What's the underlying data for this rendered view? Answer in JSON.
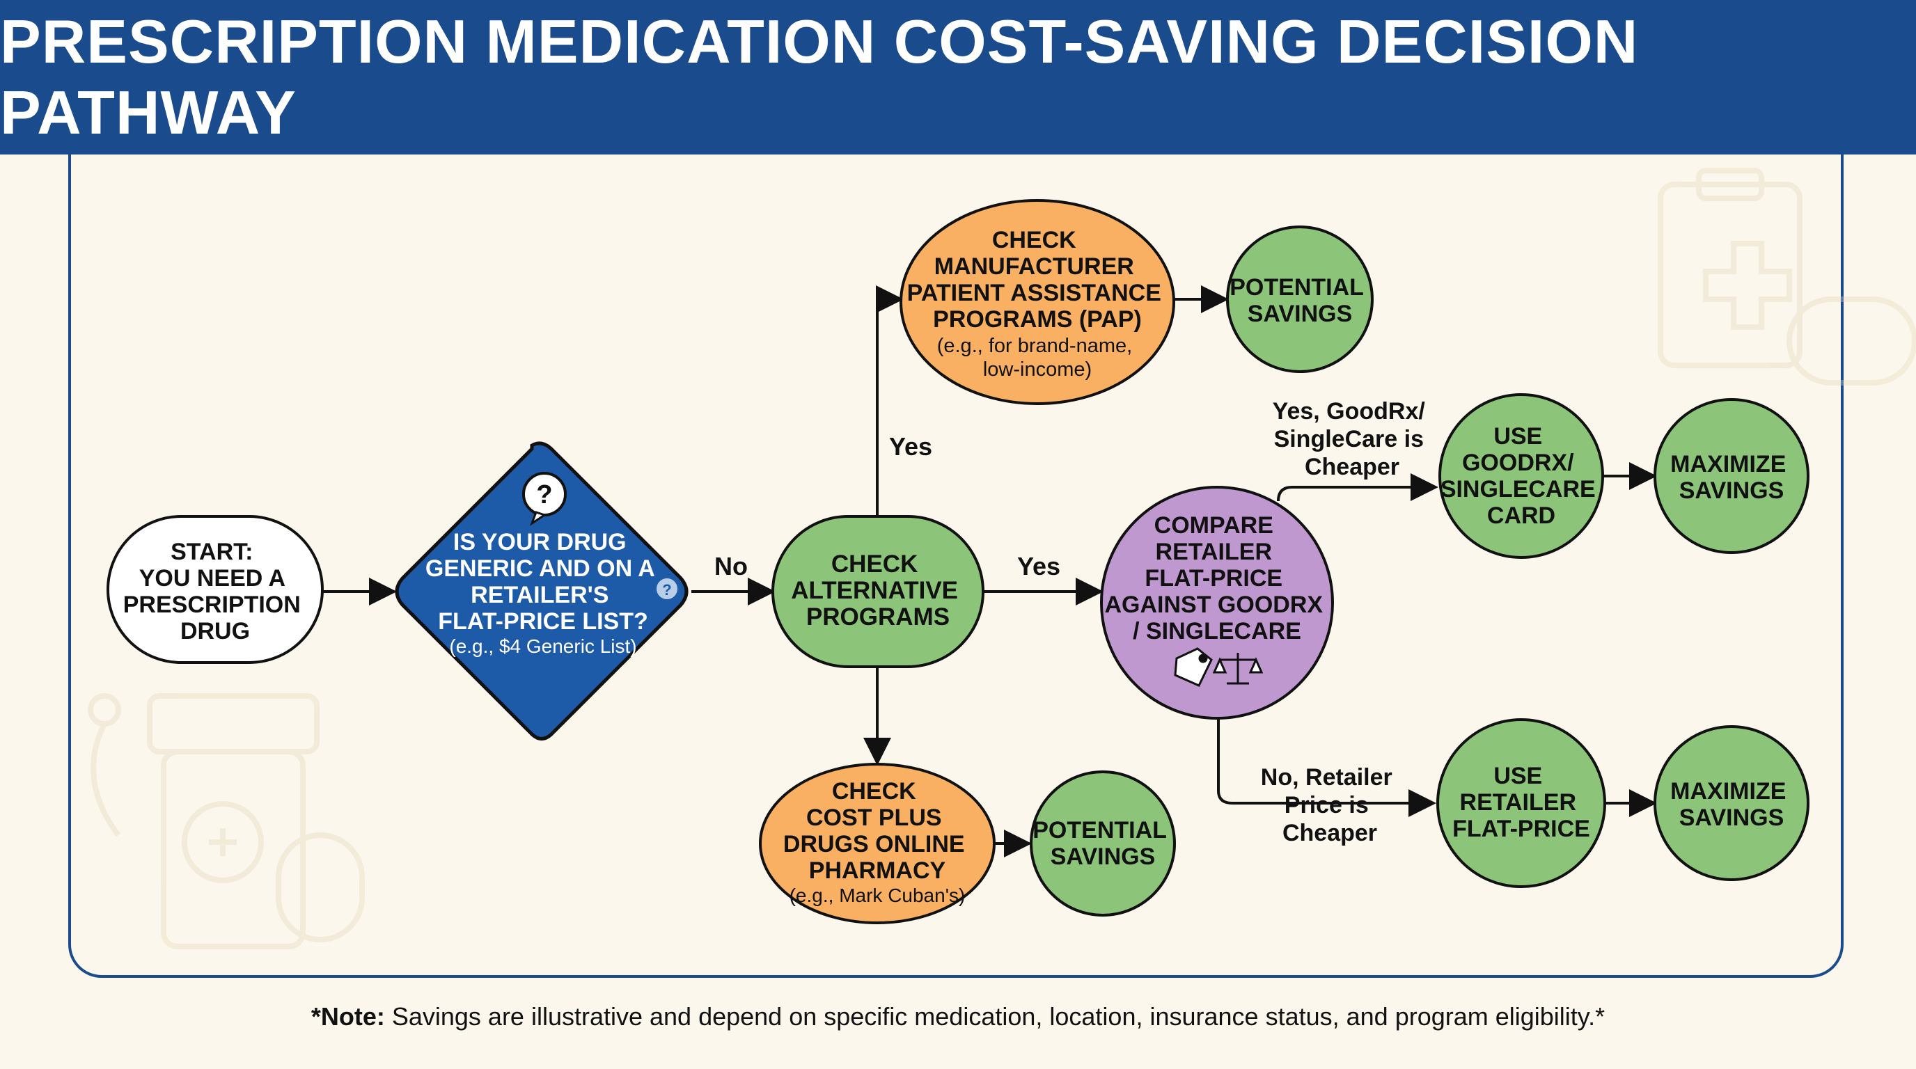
{
  "title": "PRESCRIPTION MEDICATION COST-SAVING DECISION PATHWAY",
  "colors": {
    "header": "#1a4b8d",
    "background": "#fbf7ec",
    "green": "#8cc47a",
    "orange": "#f9b063",
    "purple": "#bf98cf",
    "blue_diamond": "#1d5aa8",
    "start": "#ffffff"
  },
  "nodes": {
    "start": {
      "lines": [
        "START:",
        "YOU NEED A",
        "PRESCRIPTION",
        "DRUG"
      ]
    },
    "decision": {
      "lines": [
        "IS YOUR DRUG",
        "GENERIC AND ON A",
        "RETAILER'S",
        "FLAT-PRICE LIST?"
      ],
      "sub": "(e.g., $4 Generic List)",
      "icon": "question-bubble-icon"
    },
    "check_alt": {
      "lines": [
        "CHECK",
        "ALTERNATIVE",
        "PROGRAMS"
      ]
    },
    "pap": {
      "lines": [
        "CHECK",
        "MANUFACTURER",
        "PATIENT ASSISTANCE",
        "PROGRAMS (PAP)"
      ],
      "sub": [
        "(e.g., for brand-name,",
        "low-income)"
      ]
    },
    "pap_savings": {
      "lines": [
        "POTENTIAL",
        "SAVINGS"
      ]
    },
    "cost_plus": {
      "lines": [
        "CHECK",
        "COST PLUS",
        "DRUGS ONLINE",
        "PHARMACY"
      ],
      "sub": "(e.g., Mark Cuban's)"
    },
    "cost_plus_savings": {
      "lines": [
        "POTENTIAL",
        "SAVINGS"
      ]
    },
    "compare": {
      "lines": [
        "COMPARE",
        "RETAILER",
        "FLAT-PRICE",
        "AGAINST GOODRX",
        "/ SINGLECARE"
      ],
      "icon": "price-tag-and-scale-icon"
    },
    "use_goodrx": {
      "lines": [
        "USE",
        "GOODRX/",
        "SINGLECARE",
        "CARD"
      ]
    },
    "goodrx_max": {
      "lines": [
        "MAXIMIZE",
        "SAVINGS"
      ]
    },
    "use_retailer": {
      "lines": [
        "USE",
        "RETAILER",
        "FLAT-PRICE"
      ]
    },
    "retailer_max": {
      "lines": [
        "MAXIMIZE",
        "SAVINGS"
      ]
    }
  },
  "edges": {
    "no": "No",
    "yes_compare": "Yes",
    "yes_pap": "Yes",
    "goodrx_cheaper": [
      "Yes, GoodRx/",
      "SingleCare is",
      "Cheaper"
    ],
    "retailer_cheaper": [
      "No, Retailer",
      "Price is",
      "Cheaper"
    ]
  },
  "note": {
    "bold": "*Note:",
    "text": " Savings are illustrative and depend on specific medication, location, insurance status, and program eligibility.*"
  }
}
